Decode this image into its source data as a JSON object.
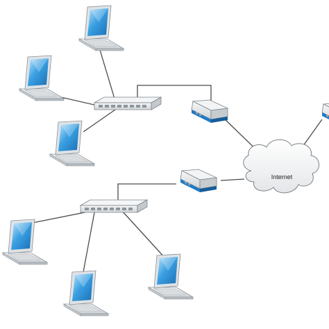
{
  "diagram": {
    "cloud": {
      "label": "Internet"
    },
    "colors": {
      "screen": "#2c8fd6",
      "screen_light": "#9fd4f5",
      "device_body": "#e9ecef",
      "device_edge": "#6c757d",
      "modem_accent": "#1f7bc7",
      "cable": "#4a4a4a"
    },
    "nodes": [
      {
        "id": "laptop-1",
        "kind": "laptop"
      },
      {
        "id": "laptop-2",
        "kind": "laptop"
      },
      {
        "id": "laptop-3",
        "kind": "laptop"
      },
      {
        "id": "switch-1",
        "kind": "switch"
      },
      {
        "id": "modem-1",
        "kind": "modem"
      },
      {
        "id": "cloud",
        "kind": "cloud"
      },
      {
        "id": "modem-2",
        "kind": "modem"
      },
      {
        "id": "switch-2",
        "kind": "switch"
      },
      {
        "id": "laptop-4",
        "kind": "laptop"
      },
      {
        "id": "laptop-5",
        "kind": "laptop"
      },
      {
        "id": "laptop-6",
        "kind": "laptop"
      },
      {
        "id": "modem-3",
        "kind": "modem"
      }
    ],
    "links": [
      [
        "laptop-1",
        "switch-1"
      ],
      [
        "laptop-2",
        "switch-1"
      ],
      [
        "laptop-3",
        "switch-1"
      ],
      [
        "switch-1",
        "modem-1"
      ],
      [
        "modem-1",
        "cloud"
      ],
      [
        "modem-3",
        "cloud"
      ],
      [
        "cloud",
        "modem-2"
      ],
      [
        "modem-2",
        "switch-2"
      ],
      [
        "switch-2",
        "laptop-4"
      ],
      [
        "switch-2",
        "laptop-5"
      ],
      [
        "switch-2",
        "laptop-6"
      ]
    ]
  }
}
